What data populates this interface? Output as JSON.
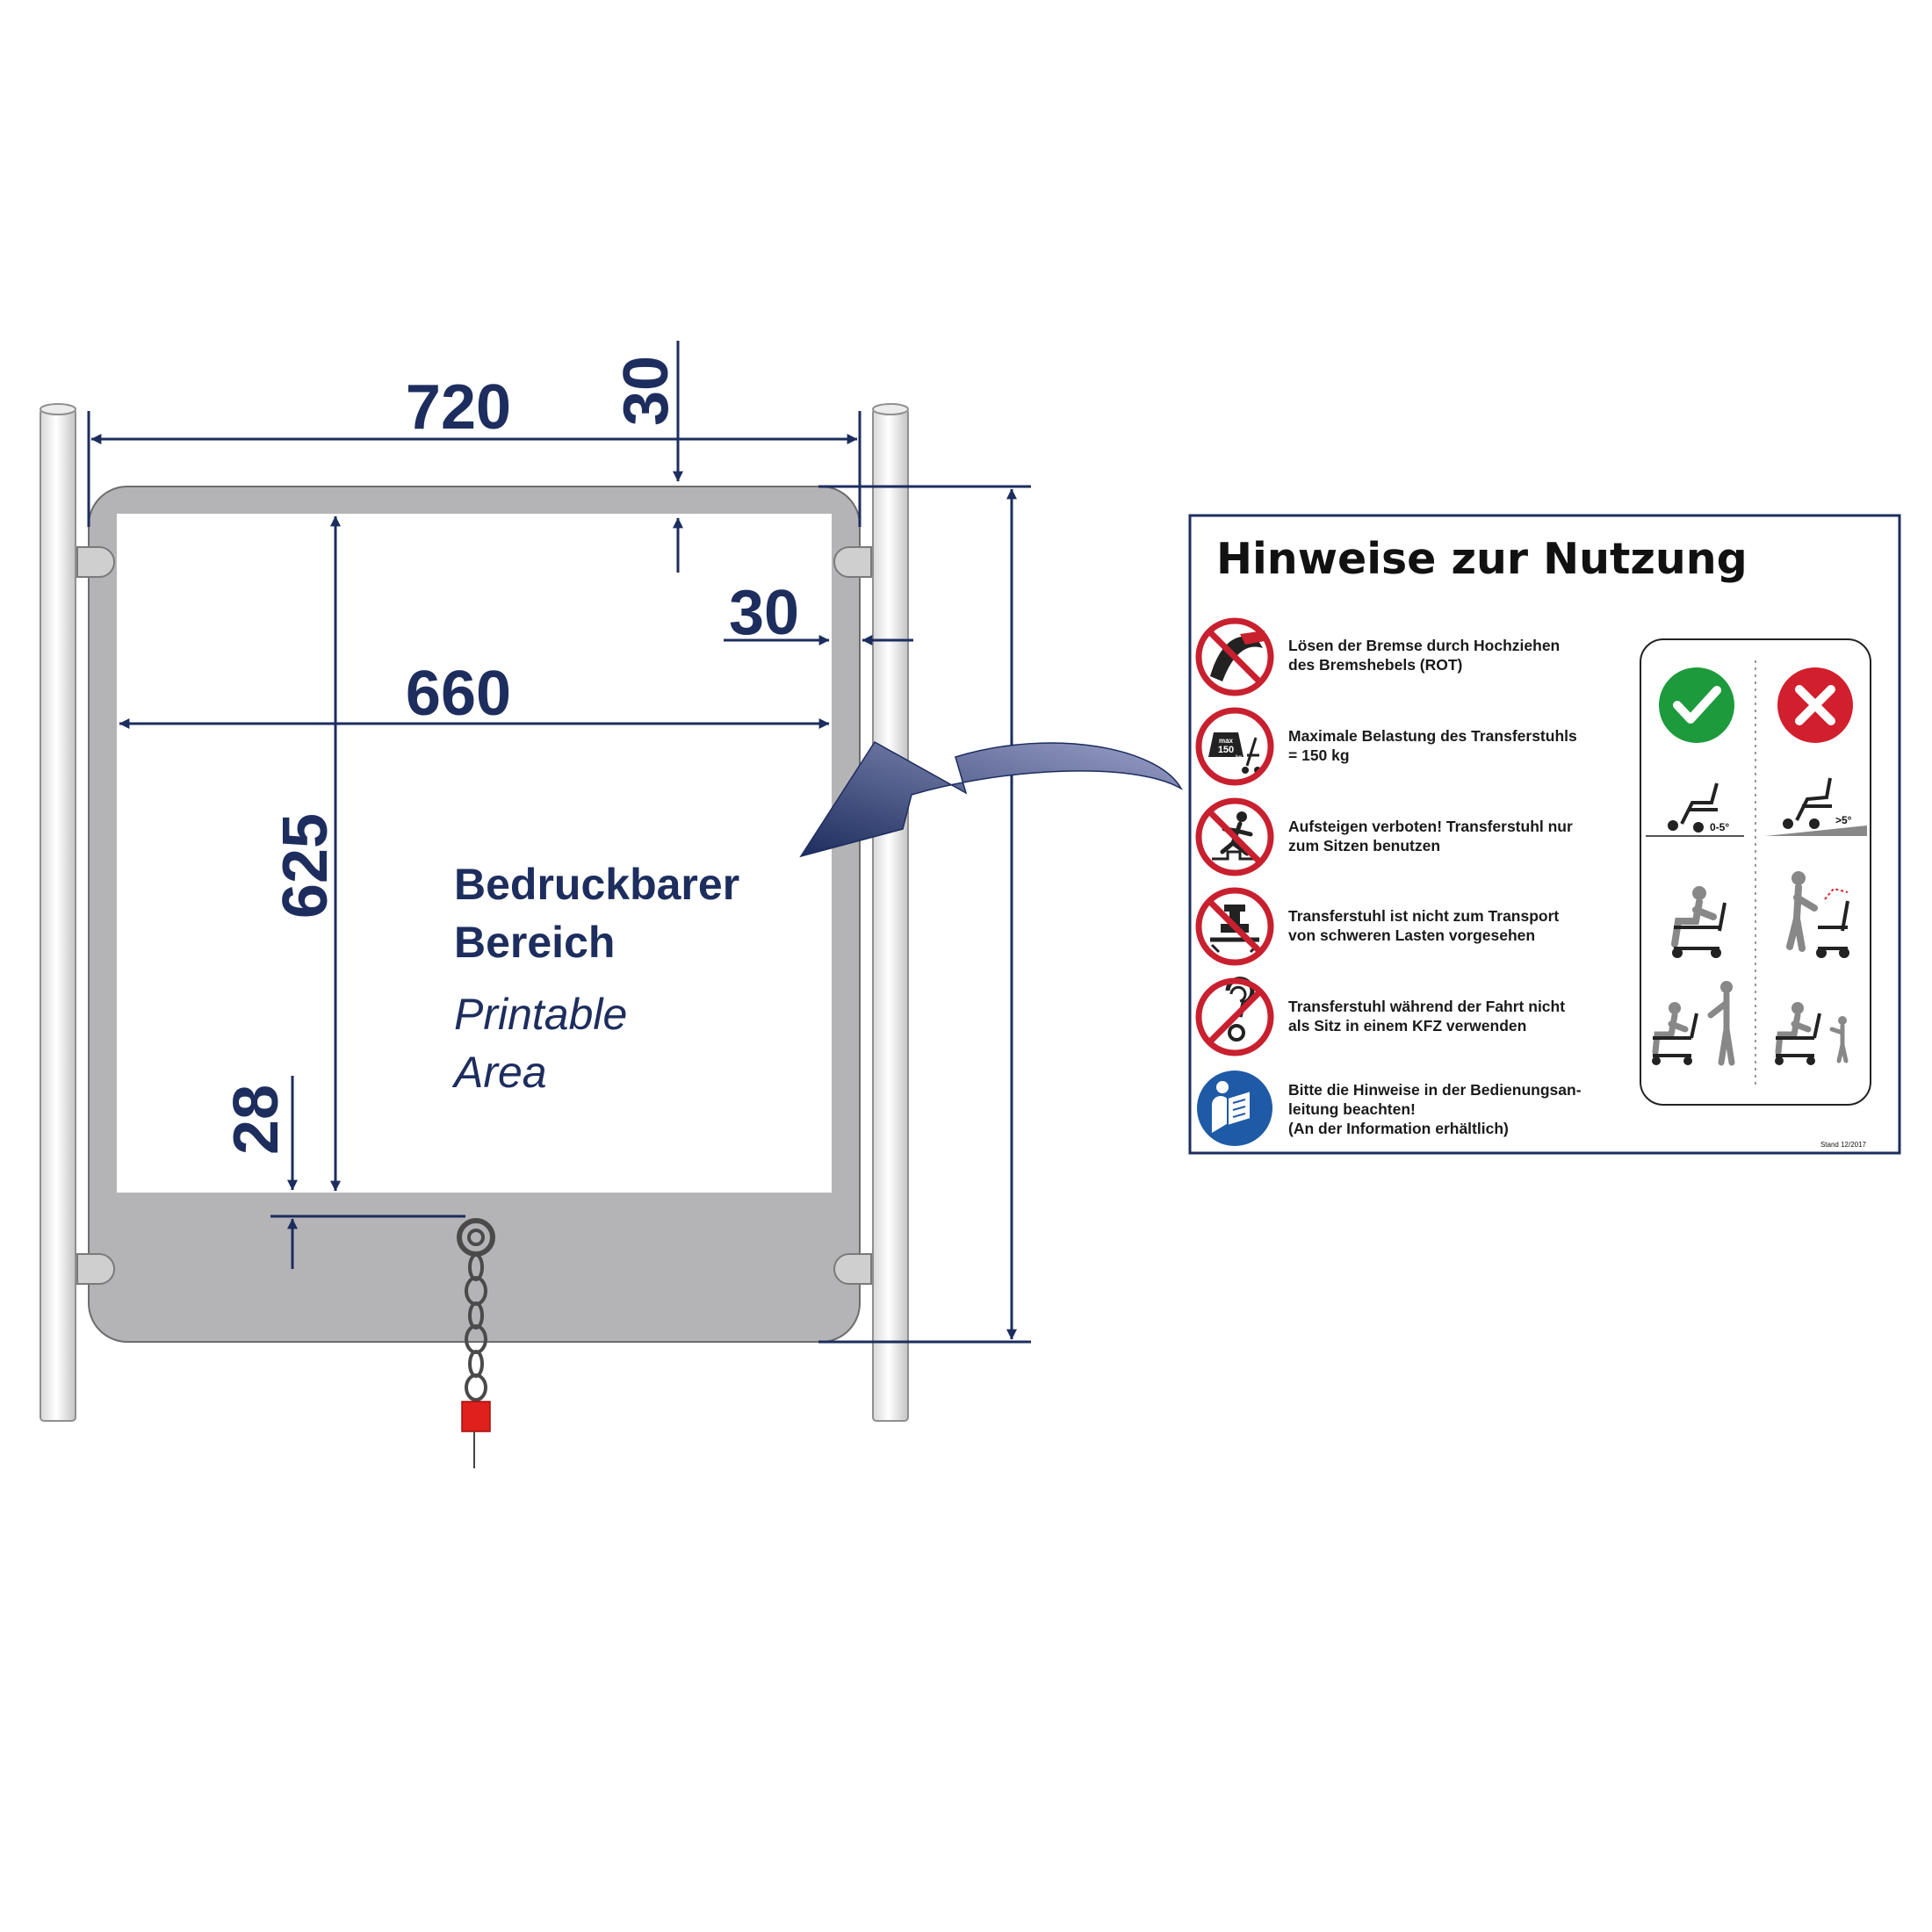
{
  "dimensions": {
    "total_width": "720",
    "top_offset": "30",
    "side_offset": "30",
    "print_width": "660",
    "print_height": "625",
    "bottom_offset": "28"
  },
  "printable_area": {
    "label_de_1": "Bedruckbarer",
    "label_de_2": "Bereich",
    "label_en_1": "Printable",
    "label_en_2": "Area"
  },
  "sign": {
    "title": "Hinweise zur Nutzung",
    "rules": [
      {
        "icon": "brake-lever-prohibition-icon",
        "line1": "Lösen der Bremse durch Hochziehen",
        "line2": "des Bremshebels (ROT)",
        "line3": ""
      },
      {
        "icon": "max-weight-prohibition-icon",
        "line1": "Maximale Belastung des Transferstuhls",
        "line2": "= 150 kg",
        "line3": ""
      },
      {
        "icon": "no-climbing-icon",
        "line1": "Aufsteigen verboten! Transferstuhl nur",
        "line2": "zum Sitzen benutzen",
        "line3": ""
      },
      {
        "icon": "no-heavy-loads-icon",
        "line1": "Transferstuhl ist nicht zum Transport",
        "line2": "von schweren Lasten vorgesehen",
        "line3": ""
      },
      {
        "icon": "no-vehicle-seat-icon",
        "line1": "Transferstuhl während der Fahrt nicht",
        "line2": "als Sitz in einem KFZ verwenden",
        "line3": ""
      },
      {
        "icon": "read-manual-icon",
        "line1": "Bitte die Hinweise in der Bedienungsan-",
        "line2": "leitung beachten!",
        "line3": "(An der Information erhältlich)"
      }
    ],
    "weight_max": "max",
    "weight_value": "150",
    "weight_unit": "kg",
    "slope_ok": "0-5°",
    "slope_bad": ">5°",
    "stand": "Stand 12/2017"
  },
  "colors": {
    "dimension_navy": "#1d2d5e",
    "panel_grey": "#b4b4b6",
    "prohibition_red": "#c8202f",
    "check_green": "#1d9a3c",
    "cross_red": "#d21f2e",
    "mandatory_blue": "#1f5aa6",
    "padlock_red": "#e0201c"
  }
}
